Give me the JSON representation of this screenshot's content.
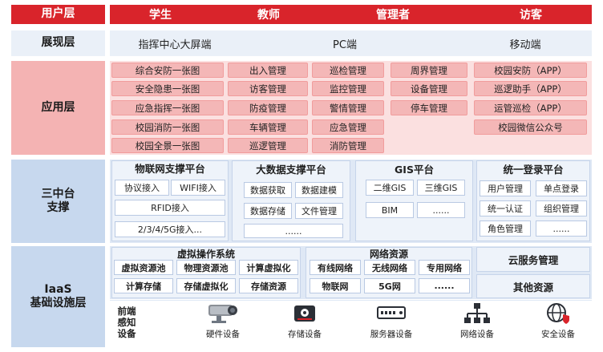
{
  "layers": {
    "user": "用户层",
    "show": "展现层",
    "app": "应用层",
    "mid_line1": "三中台",
    "mid_line2": "支撑",
    "iaas_line1": "IaaS",
    "iaas_line2": "基础设施层"
  },
  "users": [
    "学生",
    "教师",
    "管理者",
    "访客"
  ],
  "shows": [
    "指挥中心大屏端",
    "PC端",
    "移动端"
  ],
  "apps": {
    "col1": [
      "综合安防一张图",
      "安全隐患一张图",
      "应急指挥一张图",
      "校园消防一张图",
      "校园全景一张图"
    ],
    "col2": [
      "出入管理",
      "访客管理",
      "防疫管理",
      "车辆管理",
      "巡逻管理"
    ],
    "col3": [
      "巡检管理",
      "监控管理",
      "警情管理",
      "应急管理",
      "消防管理"
    ],
    "col4": [
      "周界管理",
      "设备管理",
      "停车管理"
    ],
    "col5": [
      "校园安防（APP）",
      "巡逻助手（APP）",
      "运管巡检（APP）",
      "校园微信公众号"
    ]
  },
  "mid": {
    "iot": {
      "title": "物联网支撑平台",
      "items": [
        "协议接入",
        "WIFI接入",
        "RFID接入",
        "2/3/4/5G接入..."
      ]
    },
    "bigdata": {
      "title": "大数据支撑平台",
      "items": [
        "数据获取",
        "数据建模",
        "数据存储",
        "文件管理",
        "......"
      ]
    },
    "gis": {
      "title": "GIS平台",
      "items": [
        "二维GIS",
        "三维GIS",
        "BIM",
        "......"
      ]
    },
    "sso": {
      "title": "统一登录平台",
      "items": [
        "用户管理",
        "单点登录",
        "统一认证",
        "组织管理",
        "角色管理",
        "......"
      ]
    }
  },
  "iaas": {
    "virtual": {
      "title": "虚拟操作系统",
      "items": [
        "虚拟资源池",
        "物理资源池",
        "计算虚拟化",
        "计算存储",
        "存储虚拟化",
        "存储资源"
      ]
    },
    "network": {
      "title": "网络资源",
      "items": [
        "有线网络",
        "无线网络",
        "专用网络",
        "物联网",
        "5G网",
        "......"
      ]
    },
    "cloud": "云服务管理",
    "other": "其他资源"
  },
  "devices": {
    "label_lines": [
      "前端",
      "感知",
      "设备"
    ],
    "items": [
      "硬件设备",
      "存储设备",
      "服务器设备",
      "网络设备",
      "安全设备"
    ]
  },
  "colors": {
    "red": "#d9242b",
    "pink": "#f4b7b7",
    "blue": "#c7d8ee"
  }
}
